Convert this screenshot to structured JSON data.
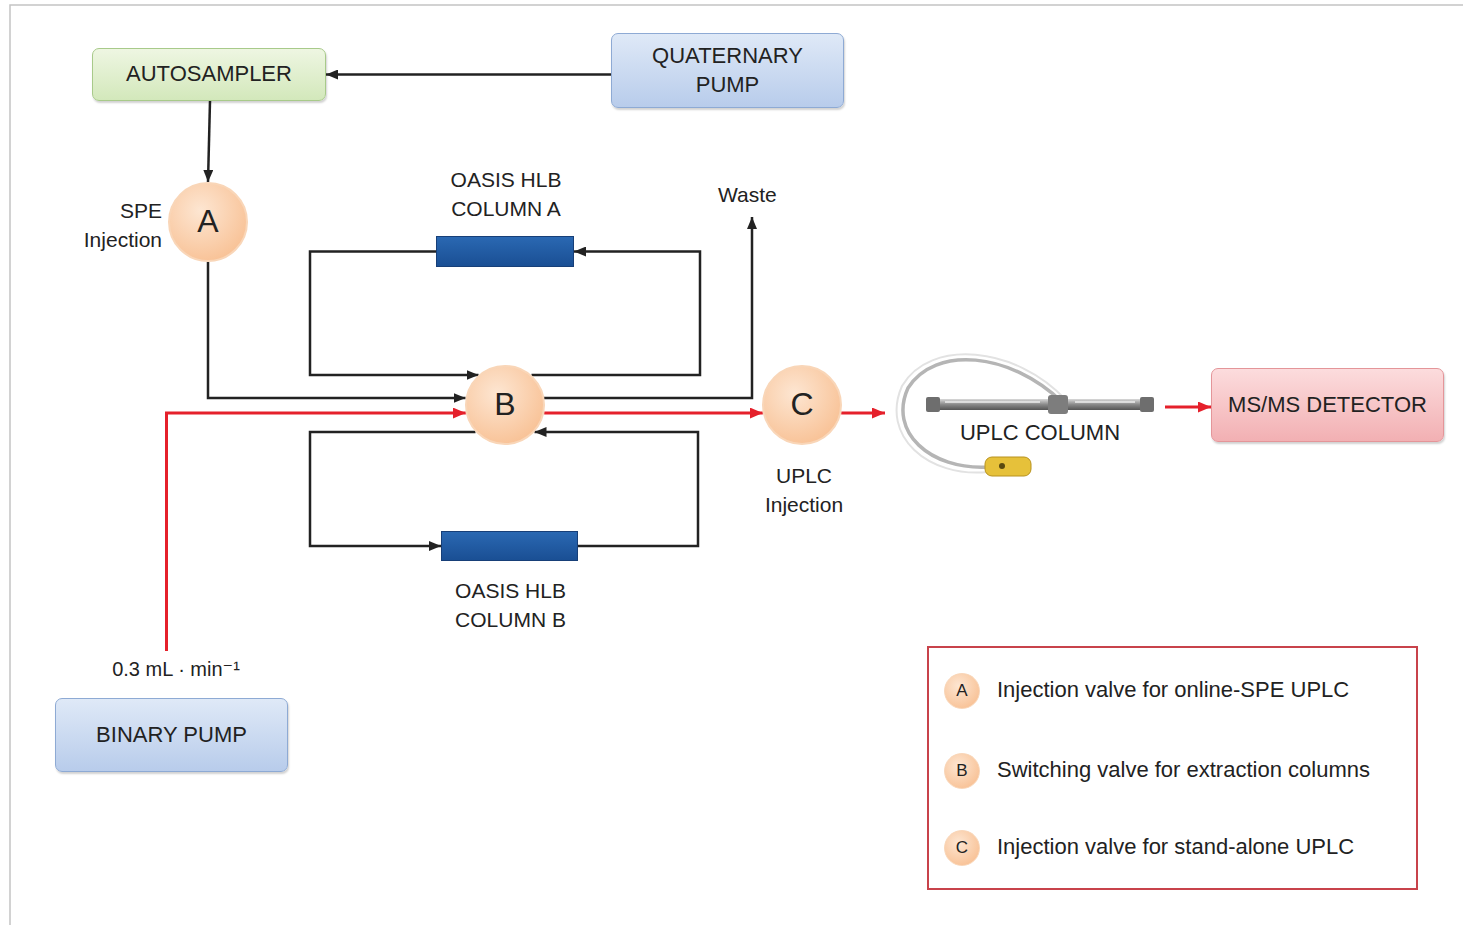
{
  "diagram": {
    "nodes": [
      {
        "text": [
          "AUTOSAMPLER"
        ]
      },
      {
        "text": [
          "QUATERNARY PUMP"
        ]
      },
      {
        "text": [
          "A",
          "SPE Injection"
        ]
      },
      {
        "text": [
          "OASIS HLB COLUMN A"
        ]
      },
      {
        "text": [
          "B"
        ]
      },
      {
        "text": [
          "C",
          "UPLC Injection"
        ]
      },
      {
        "text": [
          "UPLC COLUMN"
        ]
      },
      {
        "text": [
          "MS/MS DETECTOR"
        ]
      },
      {
        "text": [
          "OASIS HLB COLUMN B"
        ]
      },
      {
        "text": [
          "0.3 mL · min⁻¹",
          "BINARY PUMP"
        ]
      }
    ],
    "edges": [
      {
        "from": 1,
        "to": 0,
        "arrow": "to"
      },
      {
        "from": 0,
        "to": 2,
        "arrow": "to"
      },
      {
        "from": 2,
        "to": 4,
        "arrow": "to"
      },
      {
        "from": 4,
        "to": 3,
        "arrow": "to"
      },
      {
        "from": 3,
        "to": 4,
        "arrow": "to"
      },
      {
        "from": 4,
        "to": 5,
        "arrow": "to"
      },
      {
        "from": 5,
        "to": 6,
        "arrow": "to"
      },
      {
        "from": 6,
        "to": 7,
        "arrow": "to"
      },
      {
        "from": 4,
        "to": 8,
        "arrow": "to"
      },
      {
        "from": 8,
        "to": 4,
        "arrow": "to"
      },
      {
        "from": 9,
        "to": 4,
        "arrow": "to"
      }
    ],
    "labels": [
      "Waste",
      "A",
      "B",
      "C"
    ],
    "legend": [
      {
        "text": "Injection valve for online-SPE UPLC"
      },
      {
        "text": "Switching valve for extraction columns"
      },
      {
        "text": "Injection valve for stand-alone UPLC"
      }
    ]
  }
}
